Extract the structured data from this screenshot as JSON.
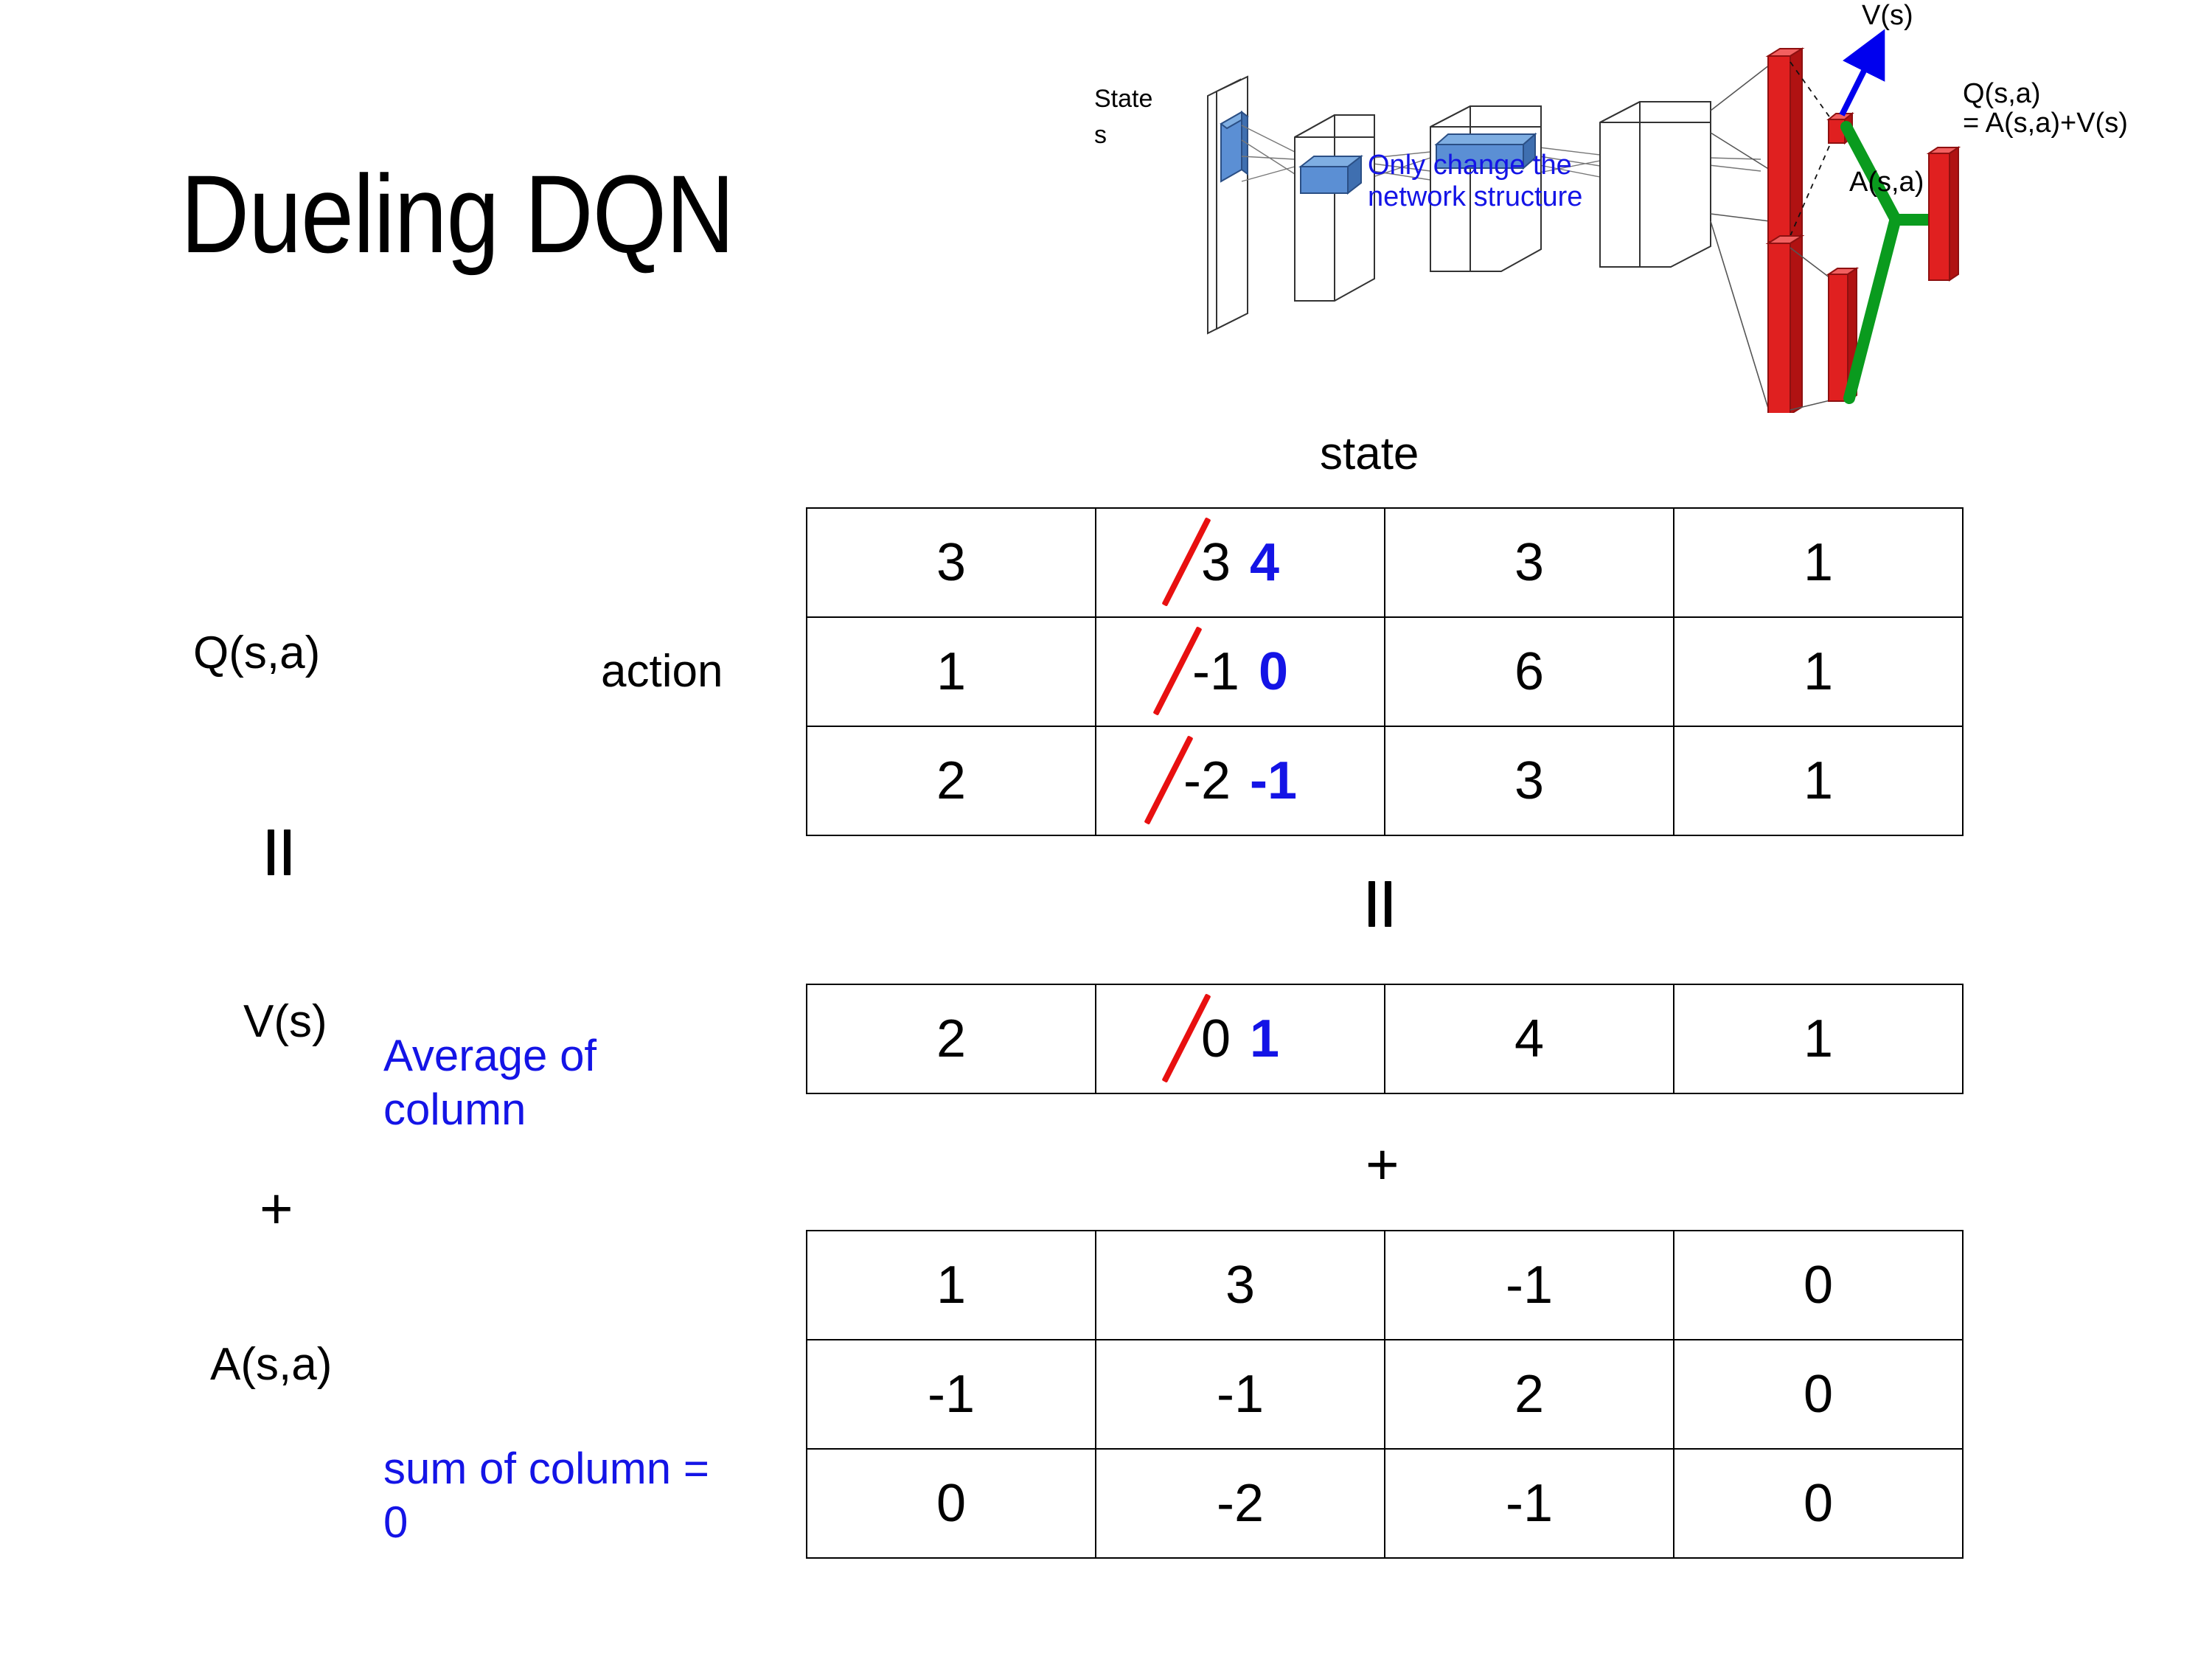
{
  "slide": {
    "title": "Dueling DQN"
  },
  "diagram": {
    "state_label_line1": "State",
    "state_label_line2": "s",
    "note": "Only change the\nnetwork structure",
    "note_line1": "Only change the",
    "note_line2": "network structure",
    "v_output_label": "V(s)",
    "a_output_label": "A(s,a)",
    "q_output_line1": "Q(s,a)",
    "q_output_line2": "= A(s,a)+V(s)",
    "colors": {
      "note": "#1414E6",
      "value_arrow": "#0000EE",
      "bars": "#E02020",
      "combine": "#0A9B1E",
      "feature": "#6FA8DC"
    }
  },
  "labels": {
    "state": "state",
    "action": "action",
    "q": "Q(s,a)",
    "v": "V(s)",
    "a": "A(s,a)",
    "equals_left": "=",
    "equals_mid": "=",
    "plus_left": "+",
    "plus_mid": "+",
    "average_note": "Average of column",
    "sum_note": "sum of column = 0"
  },
  "colors": {
    "accent_blue": "#1414E6",
    "strike_red": "#E81010",
    "text_black": "#000000"
  },
  "chart_data": {
    "type": "table",
    "title": "Dueling DQN decomposition  Q(s,a) = V(s) + A(s,a)",
    "xlabel": "state",
    "ylabel": "action",
    "tables": [
      {
        "name": "Q(s,a)",
        "rows": 3,
        "cols": 4,
        "values": [
          [
            3,
            3,
            3,
            1
          ],
          [
            1,
            -1,
            6,
            1
          ],
          [
            2,
            -2,
            3,
            1
          ]
        ],
        "updated_column": 1,
        "updated_values": [
          4,
          0,
          -1
        ]
      },
      {
        "name": "V(s)",
        "rows": 1,
        "cols": 4,
        "values": [
          [
            2,
            0,
            4,
            1
          ]
        ],
        "updated_column": 1,
        "updated_values": [
          1
        ]
      },
      {
        "name": "A(s,a)",
        "rows": 3,
        "cols": 4,
        "values": [
          [
            1,
            3,
            -1,
            0
          ],
          [
            -1,
            -1,
            2,
            0
          ],
          [
            0,
            -2,
            -1,
            0
          ]
        ],
        "updated_column": null,
        "updated_values": []
      }
    ]
  },
  "tables": {
    "q": {
      "label": "Q(s,a)",
      "rows": [
        [
          {
            "v": "3"
          },
          {
            "old": "3",
            "new": "4"
          },
          {
            "v": "3"
          },
          {
            "v": "1"
          }
        ],
        [
          {
            "v": "1"
          },
          {
            "old": "-1",
            "new": "0"
          },
          {
            "v": "6"
          },
          {
            "v": "1"
          }
        ],
        [
          {
            "v": "2"
          },
          {
            "old": "-2",
            "new": "-1"
          },
          {
            "v": "3"
          },
          {
            "v": "1"
          }
        ]
      ]
    },
    "v": {
      "label": "V(s)",
      "rows": [
        [
          {
            "v": "2"
          },
          {
            "old": "0",
            "new": "1"
          },
          {
            "v": "4"
          },
          {
            "v": "1"
          }
        ]
      ]
    },
    "a": {
      "label": "A(s,a)",
      "rows": [
        [
          {
            "v": "1"
          },
          {
            "v": "3"
          },
          {
            "v": "-1"
          },
          {
            "v": "0"
          }
        ],
        [
          {
            "v": "-1"
          },
          {
            "v": "-1"
          },
          {
            "v": "2"
          },
          {
            "v": "0"
          }
        ],
        [
          {
            "v": "0"
          },
          {
            "v": "-2"
          },
          {
            "v": "-1"
          },
          {
            "v": "0"
          }
        ]
      ]
    }
  }
}
